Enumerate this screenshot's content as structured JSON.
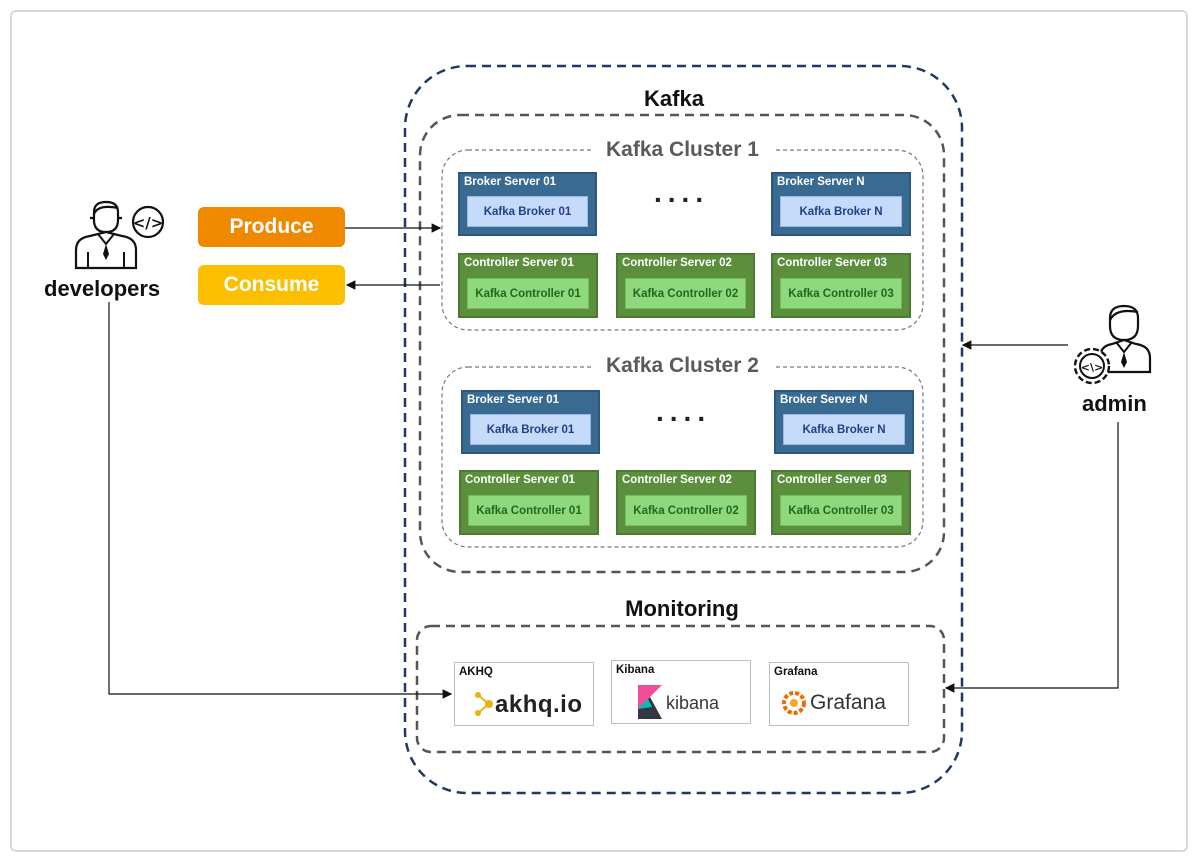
{
  "kafka": {
    "title": "Kafka",
    "clusters": [
      {
        "title": "Kafka Cluster 1",
        "brokers": [
          {
            "server": "Broker Server 01",
            "name": "Kafka Broker 01"
          },
          {
            "server": "Broker Server N",
            "name": "Kafka Broker N"
          }
        ],
        "ellipsis": "....",
        "controllers": [
          {
            "server": "Controller Server 01",
            "name": "Kafka Controller 01"
          },
          {
            "server": "Controller Server 02",
            "name": "Kafka Controller 02"
          },
          {
            "server": "Controller Server 03",
            "name": "Kafka Controller 03"
          }
        ]
      },
      {
        "title": "Kafka Cluster 2",
        "brokers": [
          {
            "server": "Broker Server 01",
            "name": "Kafka Broker 01"
          },
          {
            "server": "Broker Server N",
            "name": "Kafka Broker N"
          }
        ],
        "ellipsis": "....",
        "controllers": [
          {
            "server": "Controller Server 01",
            "name": "Kafka Controller 01"
          },
          {
            "server": "Controller Server 02",
            "name": "Kafka Controller 02"
          },
          {
            "server": "Controller Server 03",
            "name": "Kafka Controller 03"
          }
        ]
      }
    ]
  },
  "monitoring": {
    "title": "Monitoring",
    "tools": [
      {
        "label": "AKHQ",
        "logo_text": "akhq.io",
        "color": "#e5b211"
      },
      {
        "label": "Kibana",
        "logo_text": "kibana",
        "color": "#f04e98"
      },
      {
        "label": "Grafana",
        "logo_text": "Grafana",
        "color": "#f46800"
      }
    ]
  },
  "actors": {
    "developers": {
      "label": "developers",
      "icon": "developer-icon"
    },
    "admin": {
      "label": "admin",
      "icon": "admin-icon"
    }
  },
  "actions": {
    "produce": {
      "label": "Produce",
      "color": "#ef8a00"
    },
    "consume": {
      "label": "Consume",
      "color": "#fbbf00"
    }
  },
  "colors": {
    "kafka_border": "#1f3864",
    "broker_bg": "#386a92",
    "broker_inner": "#c6dbfa",
    "controller_bg": "#5b8f3e",
    "controller_inner": "#8fd87c"
  }
}
